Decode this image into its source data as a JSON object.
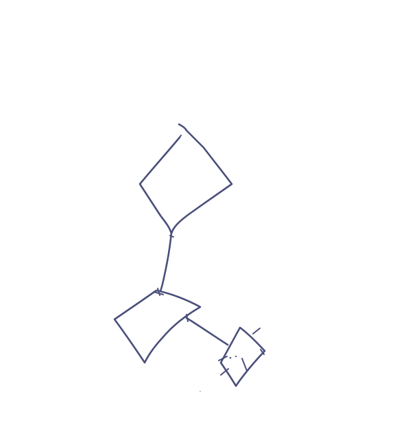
{
  "colors": {
    "background": "#ffffff",
    "ink": "#4a4f7a",
    "faint": "#c8cad6"
  },
  "diagram": {
    "kind": "hand-drawn sketch",
    "shapes": [
      {
        "id": "top-diamond",
        "shape": "diamond"
      },
      {
        "id": "middle-quad",
        "shape": "quadrilateral"
      },
      {
        "id": "small-square",
        "shape": "small rotated square with hatch marks"
      }
    ],
    "connectors": [
      {
        "from": "top-diamond",
        "to": "middle-quad"
      },
      {
        "from": "middle-quad",
        "to": "small-square"
      }
    ]
  }
}
